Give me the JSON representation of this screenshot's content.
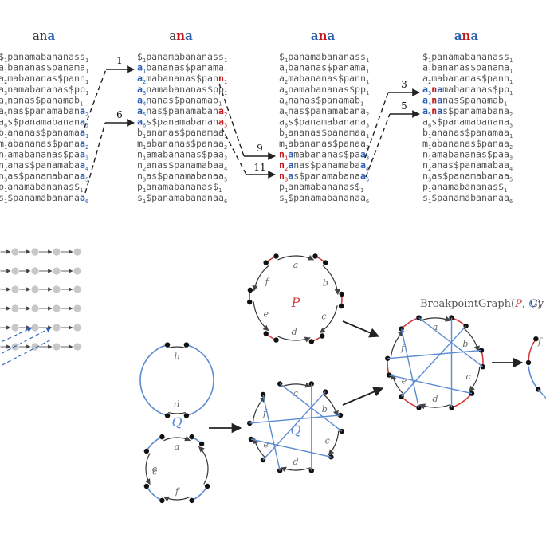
{
  "colors": {
    "blue": "#2b5fb4",
    "red": "#c0181c",
    "q_blue": "#5b8bd2",
    "p_red": "#d43b3b",
    "text": "#555555",
    "grey_node": "#c8c8c8"
  },
  "top": {
    "headers": [
      {
        "parts": [
          {
            "t": "an",
            "c": "plain"
          },
          {
            "t": "a",
            "c": "blue"
          }
        ]
      },
      {
        "parts": [
          {
            "t": "a",
            "c": "plain"
          },
          {
            "t": "n",
            "c": "red"
          },
          {
            "t": "a",
            "c": "blue"
          }
        ]
      },
      {
        "parts": [
          {
            "t": "a",
            "c": "blue"
          },
          {
            "t": "n",
            "c": "red"
          },
          {
            "t": "a",
            "c": "blue"
          }
        ]
      },
      {
        "parts": [
          {
            "t": "a",
            "c": "blue"
          },
          {
            "t": "n",
            "c": "red"
          },
          {
            "t": "a",
            "c": "blue"
          }
        ]
      }
    ],
    "rows": [
      {
        "f": "$",
        "fi": "1",
        "mid": "panamabananas",
        "l": "s",
        "li": "1"
      },
      {
        "f": "a",
        "fi": "1",
        "mid": "bananas$panam",
        "l": "a",
        "li": "1"
      },
      {
        "f": "a",
        "fi": "2",
        "mid": "mabananas$pan",
        "l": "n",
        "li": "1"
      },
      {
        "f": "a",
        "fi": "3",
        "mid": "namabananas$p",
        "l": "p",
        "li": "1"
      },
      {
        "f": "a",
        "fi": "4",
        "mid": "nanas$panama",
        "l": "b",
        "li": "1"
      },
      {
        "f": "a",
        "fi": "5",
        "mid": "nas$panamaban",
        "l": "a",
        "li": "2"
      },
      {
        "f": "a",
        "fi": "6",
        "mid": "s$panamabanan",
        "l": "a",
        "li": "3"
      },
      {
        "f": "b",
        "fi": "1",
        "mid": "ananas$panama",
        "l": "a",
        "li": "1"
      },
      {
        "f": "m",
        "fi": "1",
        "mid": "abananas$pana",
        "l": "a",
        "li": "2"
      },
      {
        "f": "n",
        "fi": "1",
        "mid": "amabananas$pa",
        "l": "a",
        "li": "3"
      },
      {
        "f": "n",
        "fi": "2",
        "mid": "anas$panamaba",
        "l": "a",
        "li": "4"
      },
      {
        "f": "n",
        "fi": "3",
        "mid": "as$panamabana",
        "l": "a",
        "li": "5"
      },
      {
        "f": "p",
        "fi": "1",
        "mid": "anamabananas",
        "l": "$",
        "li": "1"
      },
      {
        "f": "s",
        "fi": "1",
        "mid": "$panamabanana",
        "l": "a",
        "li": "6"
      }
    ],
    "arrow_labels": [
      "1",
      "6",
      "9",
      "11",
      "3",
      "5"
    ]
  },
  "bottom": {
    "node_labels": [
      "a",
      "b",
      "c",
      "d",
      "e",
      "f"
    ],
    "p_label": "P",
    "q_label": "Q",
    "title_main": "BreakpointGraph(",
    "title_sep": ", ",
    "title_end": ")",
    "cut_title": "Cy"
  }
}
